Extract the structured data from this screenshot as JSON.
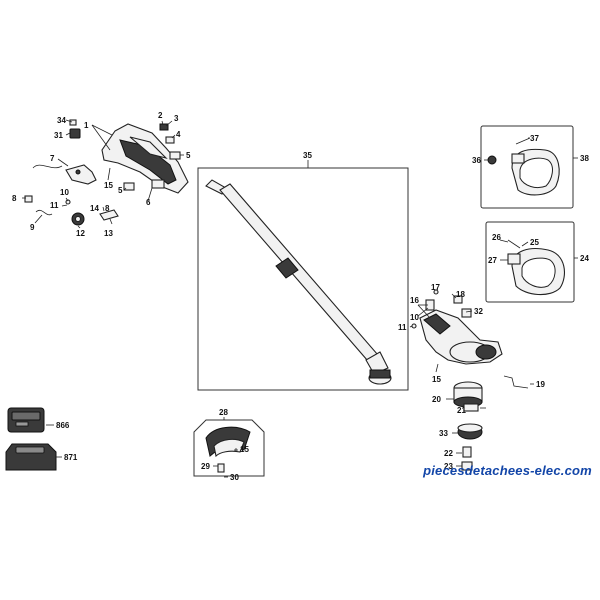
{
  "callouts": {
    "c1": "1",
    "c2": "2",
    "c3": "3",
    "c4": "4",
    "c5a": "5",
    "c5b": "5",
    "c6": "6",
    "c7": "7",
    "c8a": "8",
    "c8b": "8",
    "c9": "9",
    "c10a": "10",
    "c10b": "10",
    "c11a": "11",
    "c11b": "11",
    "c12": "12",
    "c13": "13",
    "c14": "14",
    "c15a": "15",
    "c15b": "15",
    "c15c": "15",
    "c16": "16",
    "c17": "17",
    "c18": "18",
    "c19": "19",
    "c20": "20",
    "c21": "21",
    "c22": "22",
    "c23": "23",
    "c24": "24",
    "c25": "25",
    "c26": "26",
    "c27": "27",
    "c28": "28",
    "c29": "29",
    "c30": "30",
    "c31": "31",
    "c32": "32",
    "c33": "33",
    "c34": "34",
    "c35": "35",
    "c36": "36",
    "c37": "37",
    "c38": "38",
    "c866": "866",
    "c871": "871"
  },
  "watermark": "piecesdetachees-elec.com"
}
